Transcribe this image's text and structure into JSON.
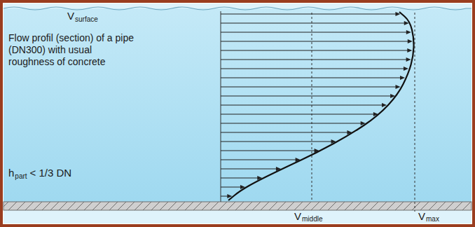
{
  "diagram": {
    "labels": [
      "V",
      "surface",
      "Flow profil (section) of a pipe (DN300) with usual roughness of concrete",
      "h",
      "part",
      "< 1/3 DN",
      "V",
      "middle",
      "V",
      "max"
    ]
  }
}
